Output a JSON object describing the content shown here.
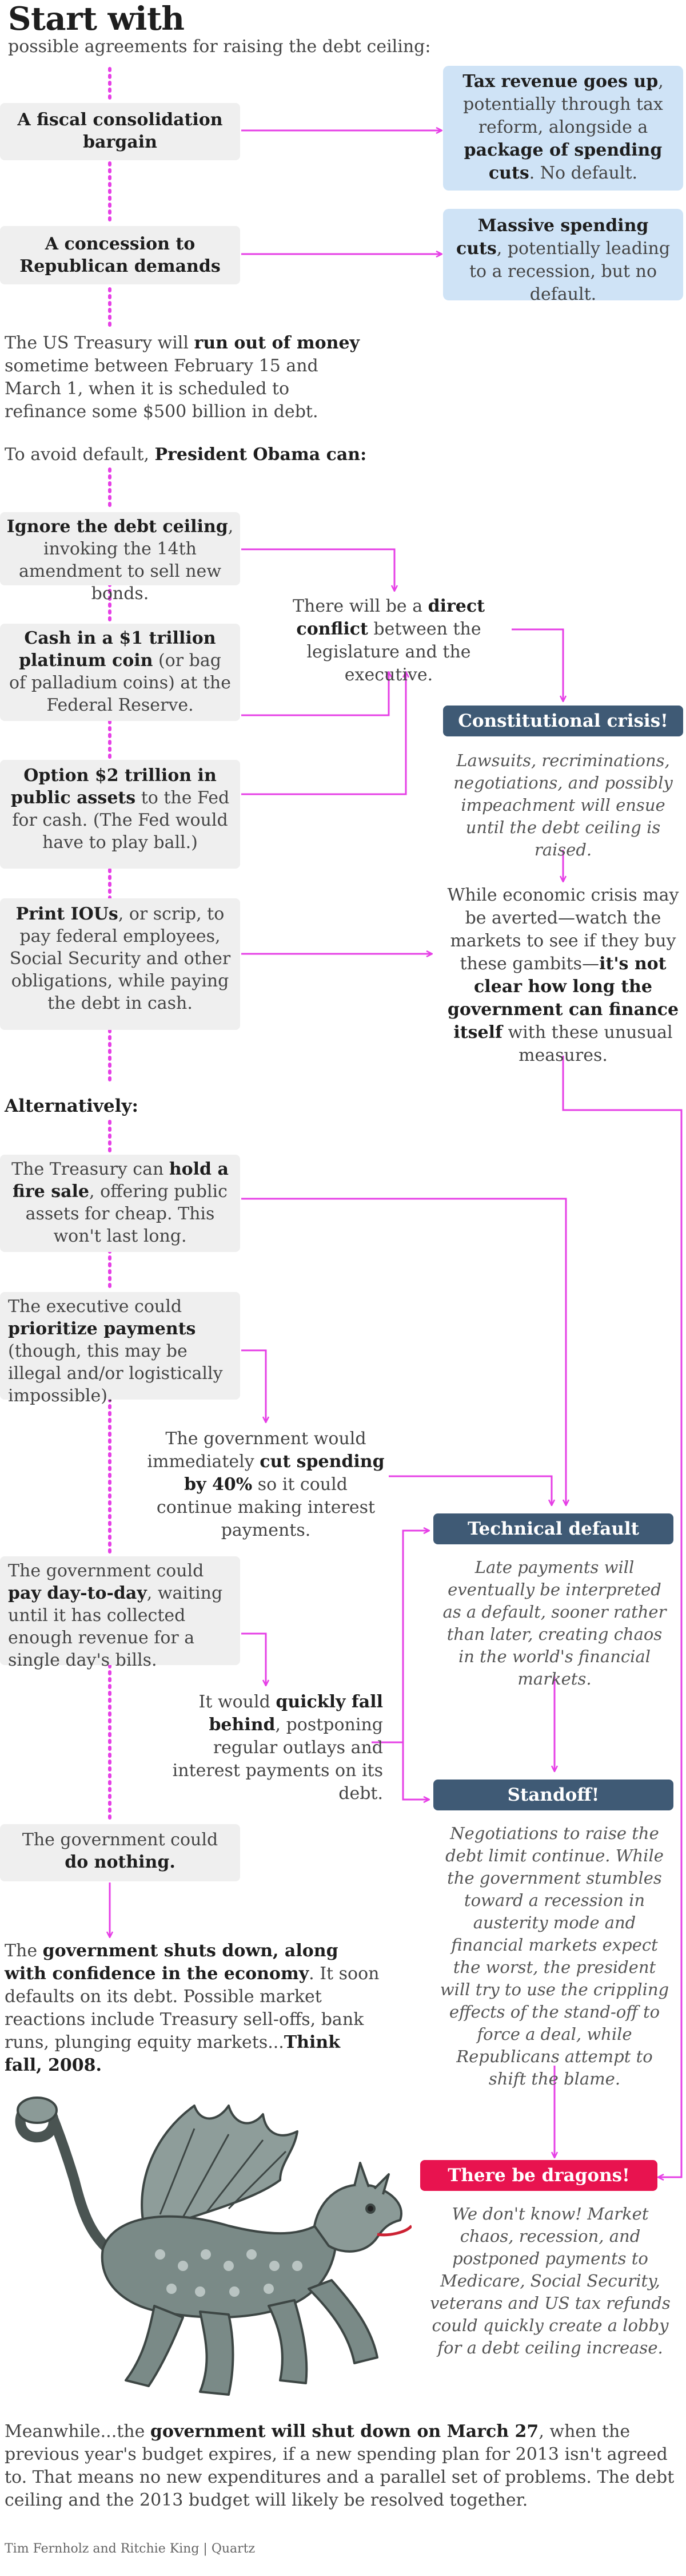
{
  "header": {
    "title": "Start with",
    "subtitle": "possible agreements for raising the debt ceiling:"
  },
  "agreements": [
    {
      "label": "A fiscal consolidation bargain"
    },
    {
      "label": "A concession to Republican demands"
    }
  ],
  "agreement_outcomes": [
    {
      "b1": "Tax revenue goes up",
      "t1": ", potentially through tax reform, alongside a ",
      "b2": "package of spending cuts",
      "t2": ". No default."
    },
    {
      "b1": "Massive spending cuts",
      "t1": ", potentially leading to a recession, but no default.",
      "b2": "",
      "t2": ""
    }
  ],
  "treasury": {
    "pre": "The US Treasury will ",
    "bold": "run out of money",
    "post": " sometime between February 15 and March 1, when it is scheduled to refinance some $500 billion in debt."
  },
  "avoid": {
    "pre": "To avoid default, ",
    "bold": "President Obama can:"
  },
  "options": [
    {
      "b": "Ignore the debt ceiling",
      "t": ", invoking the 14th amendment to sell new bonds."
    },
    {
      "b": "Cash in a $1 trillion platinum coin",
      "t": " (or bag of palladium coins) at the Federal Reserve."
    },
    {
      "b": "Option $2 trillion in public assets",
      "t": " to the Fed for cash. (The Fed would have to play ball.)"
    },
    {
      "b": "Print IOUs",
      "t": ", or scrip, to pay federal employees, Social Security and other obligations, while paying the debt in cash."
    }
  ],
  "conflict": {
    "pre": "There will be a ",
    "bold": "direct conflict",
    "post": " between the legislature and the executive."
  },
  "crisis": {
    "label": "Constitutional crisis!",
    "desc": "Lawsuits, recriminations, negotiations, and possibly impeachment will ensue until the debt ceiling is raised."
  },
  "econ": {
    "pre": "While economic crisis may be averted—watch the markets to see if they buy these gambits—",
    "bold": "it's not clear how long the government can finance itself",
    "post": " with these unusual measures."
  },
  "alternatively": "Alternatively:",
  "alt_options": [
    {
      "pre": "The Treasury can ",
      "b": "hold a fire sale",
      "t": ", offering public assets for cheap. This won't last long."
    },
    {
      "pre": "The executive could ",
      "b": "prioritize payments",
      "t": " (though, this may be illegal and/or logistically impossible)."
    },
    {
      "pre": "The government could ",
      "b": "pay day-to-day",
      "t": ", waiting until it has collected enough revenue for a single day's bills."
    },
    {
      "pre": "The government could ",
      "b": "do nothing.",
      "t": ""
    }
  ],
  "cut_spending": {
    "pre": "The government would immediately ",
    "bold": "cut spending by 40%",
    "post": " so it could continue making interest payments."
  },
  "fall_behind": {
    "pre": "It would ",
    "bold": "quickly fall behind",
    "post": ", postponing regular outlays and interest payments on its debt."
  },
  "technical": {
    "label": "Technical default",
    "desc": "Late payments will eventually be interpreted as a default, sooner rather than later, creating chaos in the world's financial markets."
  },
  "standoff": {
    "label": "Standoff!",
    "desc": "Negotiations to raise the debt limit continue. While the government stumbles toward a recession in austerity mode and financial markets expect the worst, the president will try to use the crippling effects of the stand-off to force a deal, while Republicans attempt to shift the blame."
  },
  "shutdown": {
    "pre": "The ",
    "bold": "government shuts down, along with confidence in the economy",
    "post": ". It soon defaults on its debt. Possible market reactions include Treasury sell-offs, bank runs, plunging equity markets...",
    "bold2": "Think fall, 2008."
  },
  "dragons": {
    "label": "There be dragons!",
    "desc": "We don't know! Market chaos, recession, and postponed payments to Medicare, Social Security, veterans and US tax refunds could quickly create a lobby for a debt ceiling increase."
  },
  "meanwhile": {
    "pre": "Meanwhile...the ",
    "bold": "government will shut down on March 27",
    "post": ", when the previous year's budget expires, if a new spending plan for 2013 isn't agreed to. That means no new expenditures and a parallel set of problems. The debt ceiling and the 2013 budget will likely be resolved together."
  },
  "credit": "Tim Fernholz and Ritchie King | Quartz",
  "colors": {
    "arrow": "#e63fe6",
    "pill": "#3f5a75",
    "dragon_pill": "#e8134f",
    "outcome_box": "#cfe3f6",
    "option_box": "#efefef"
  }
}
